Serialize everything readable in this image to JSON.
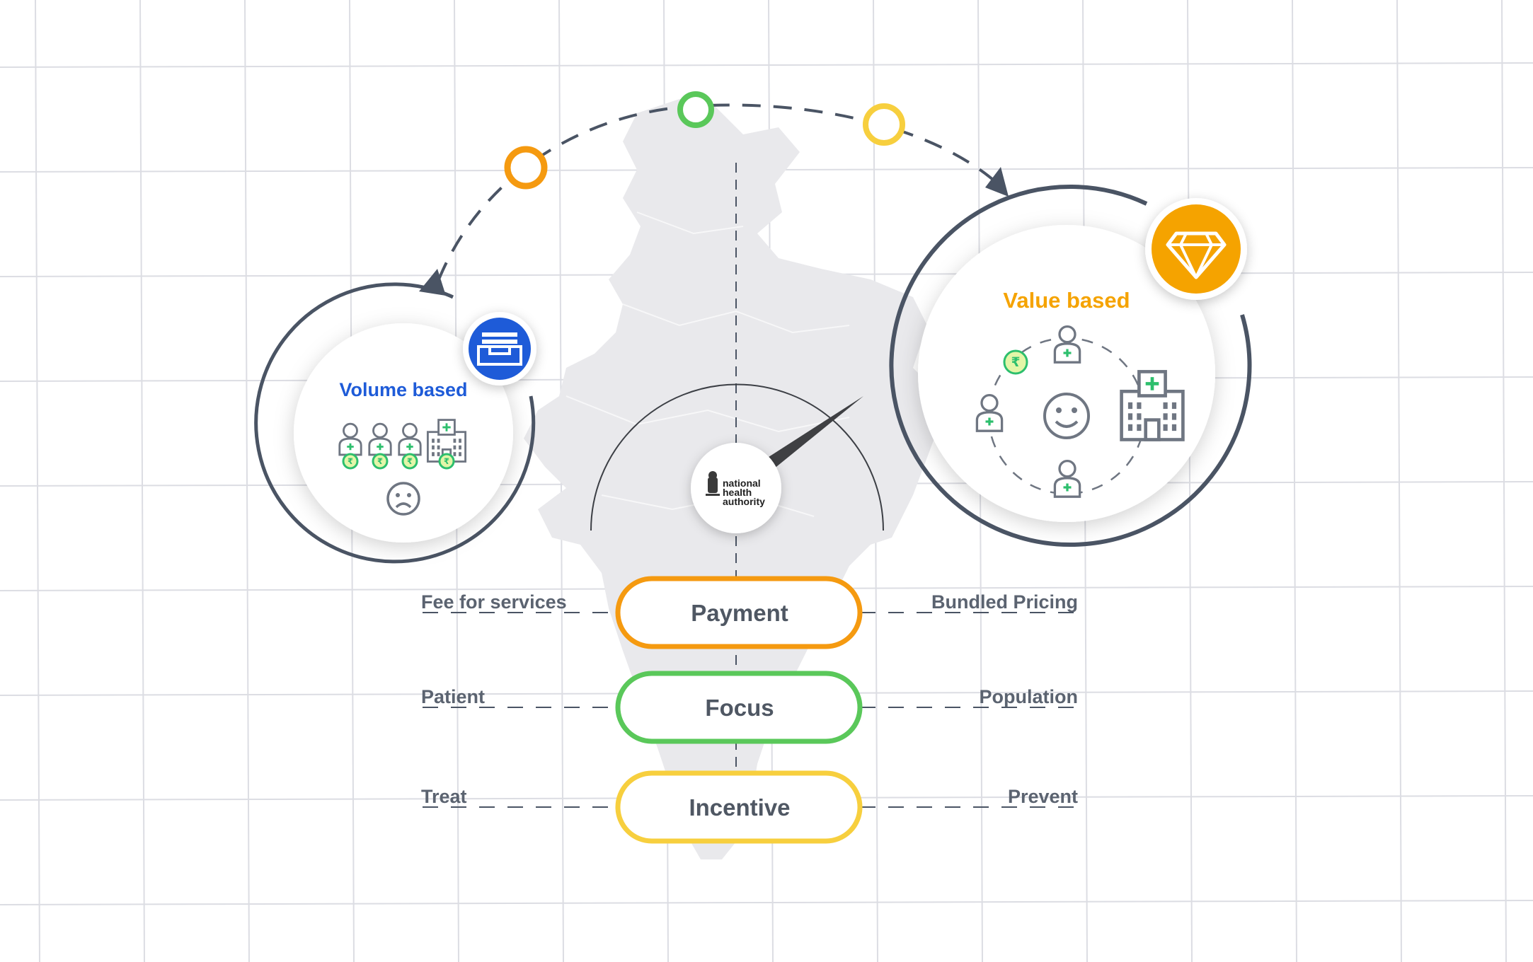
{
  "colors": {
    "grid": "#dcdde3",
    "map": "#e9e9ec",
    "ring": "#4a5464",
    "dash": "#4a5464",
    "orange": "#f59a10",
    "green": "#5ac85a",
    "yellow": "#f7cf3e",
    "blue": "#1e5bd8",
    "value_orange": "#f5a300",
    "icon_stroke": "#6f7682",
    "icon_green": "#2dbf6d",
    "coin_fill": "#e3f6a8"
  },
  "left_circle": {
    "title": "Volume based",
    "badge_icon": "inbox-tray-icon",
    "icons": [
      "doctor-icon",
      "doctor-icon",
      "doctor-icon",
      "hospital-icon",
      "rupee-coin-icon",
      "sad-face-icon"
    ]
  },
  "right_circle": {
    "title": "Value based",
    "badge_icon": "diamond-icon",
    "icons": [
      "doctor-icon",
      "doctor-icon",
      "doctor-icon",
      "hospital-icon",
      "rupee-coin-icon",
      "smile-face-icon"
    ]
  },
  "center_logo": {
    "line1": "national",
    "line2": "health",
    "line3": "authority",
    "emblem_icon": "national-emblem-icon"
  },
  "rows": [
    {
      "center": "Payment",
      "left": "Fee for services",
      "right": "Bundled Pricing",
      "color": "#f59a10"
    },
    {
      "center": "Focus",
      "left": "Patient",
      "right": "Population",
      "color": "#5ac85a"
    },
    {
      "center": "Incentive",
      "left": "Treat",
      "right": "Prevent",
      "color": "#f7cf3e"
    }
  ]
}
